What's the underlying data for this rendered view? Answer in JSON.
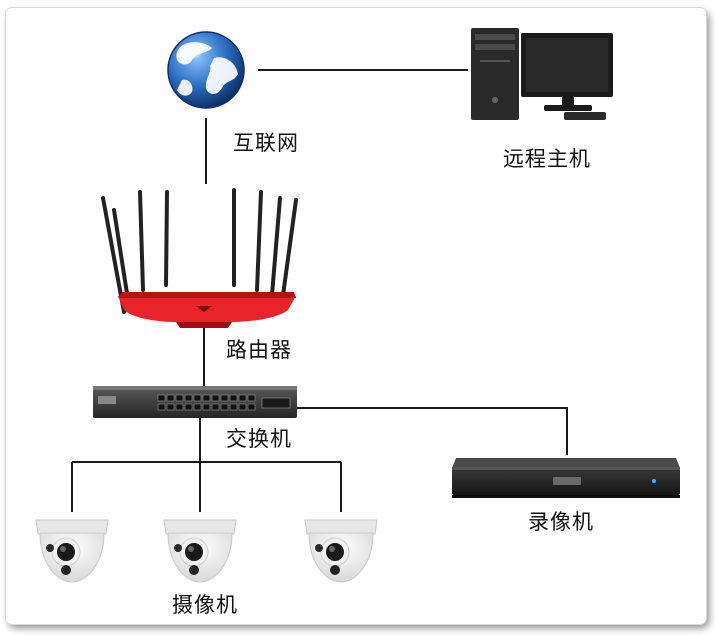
{
  "nodes": {
    "internet": {
      "label": "互联网",
      "icon": "globe-icon"
    },
    "remote_host": {
      "label": "远程主机",
      "icon": "desktop-computer-icon"
    },
    "router": {
      "label": "路由器",
      "icon": "wifi-router-icon"
    },
    "switch": {
      "label": "交换机",
      "icon": "network-switch-icon"
    },
    "nvr": {
      "label": "录像机",
      "icon": "video-recorder-icon"
    },
    "cameras": {
      "label": "摄像机",
      "icon": "dome-camera-icon"
    }
  },
  "links": [
    [
      "internet",
      "remote_host"
    ],
    [
      "internet",
      "router"
    ],
    [
      "router",
      "switch"
    ],
    [
      "switch",
      "nvr"
    ],
    [
      "switch",
      "cameras"
    ]
  ],
  "colors": {
    "router_body": "#e8232a",
    "line": "#1a1a1a",
    "device_dark": "#2b2b2b"
  }
}
